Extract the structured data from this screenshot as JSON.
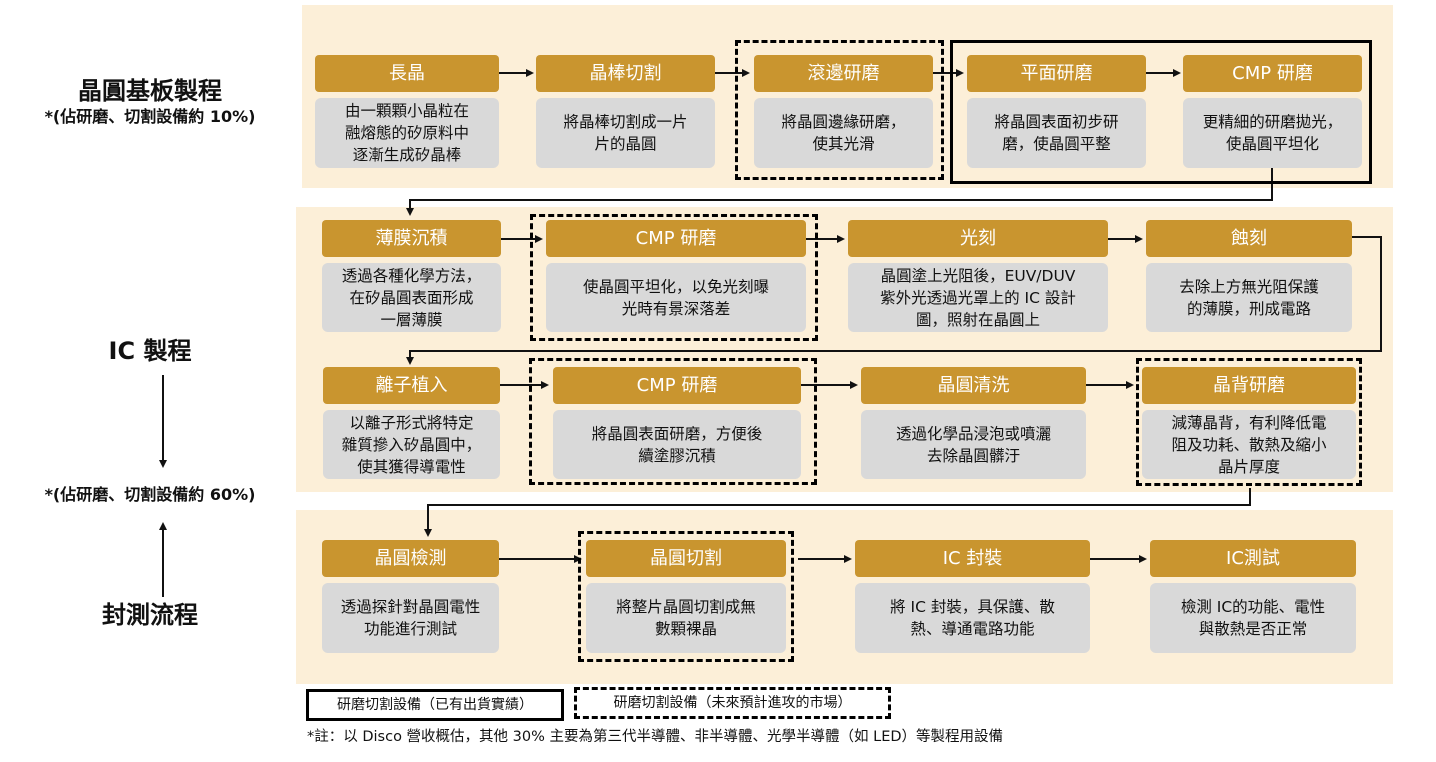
{
  "side": {
    "wafer_title": "晶圓基板製程",
    "wafer_note": "*(佔研磨、切割設備約 10%)",
    "ic_title": "IC 製程",
    "ic_note": "*(佔研磨、切割設備約 60%)",
    "pkg_title": "封測流程"
  },
  "rows": [
    [
      {
        "title": "長晶",
        "desc": "由一顆顆小晶粒在\n融熔態的矽原料中\n逐漸生成矽晶棒"
      },
      {
        "title": "晶棒切割",
        "desc": "將晶棒切割成一片\n片的晶圓"
      },
      {
        "title": "滾邊研磨",
        "desc": "將晶圓邊緣研磨，\n使其光滑"
      },
      {
        "title": "平面研磨",
        "desc": "將晶圓表面初步研\n磨，使晶圓平整"
      },
      {
        "title": "CMP 研磨",
        "desc": "更精細的研磨拋光，\n使晶圓平坦化"
      }
    ],
    [
      {
        "title": "薄膜沉積",
        "desc": "透過各種化學方法，\n在矽晶圓表面形成\n一層薄膜"
      },
      {
        "title": "CMP 研磨",
        "desc": "使晶圓平坦化，以免光刻曝\n光時有景深落差"
      },
      {
        "title": "光刻",
        "desc": "晶圓塗上光阻後，EUV/DUV\n紫外光透過光罩上的 IC 設計\n圖，照射在晶圓上"
      },
      {
        "title": "蝕刻",
        "desc": "去除上方無光阻保護\n的薄膜，刑成電路"
      }
    ],
    [
      {
        "title": "離子植入",
        "desc": "以離子形式將特定\n雜質摻入矽晶圓中，\n使其獲得導電性"
      },
      {
        "title": "CMP 研磨",
        "desc": "將晶圓表面研磨，方便後\n續塗膠沉積"
      },
      {
        "title": "晶圓清洗",
        "desc": "透過化學品浸泡或噴灑\n去除晶圓髒汙"
      },
      {
        "title": "晶背研磨",
        "desc": "減薄晶背，有利降低電\n阻及功耗、散熱及縮小\n晶片厚度"
      }
    ],
    [
      {
        "title": "晶圓檢測",
        "desc": "透過探針對晶圓電性\n功能進行測試"
      },
      {
        "title": "晶圓切割",
        "desc": "將整片晶圓切割成無\n數顆裸晶"
      },
      {
        "title": "IC 封裝",
        "desc": "將 IC 封裝，具保護、散\n熱、導通電路功能"
      },
      {
        "title": "IC測試",
        "desc": "檢測 IC的功能、電性\n與散熱是否正常"
      }
    ]
  ],
  "legend": {
    "solid": "研磨切割設備（已有出貨實績）",
    "dashed": "研磨切割設備（未來預計進攻的市場）"
  },
  "footnote": "*註：以 Disco 營收概估，其他 30% 主要為第三代半導體、非半導體、光學半導體（如 LED）等製程用設備"
}
